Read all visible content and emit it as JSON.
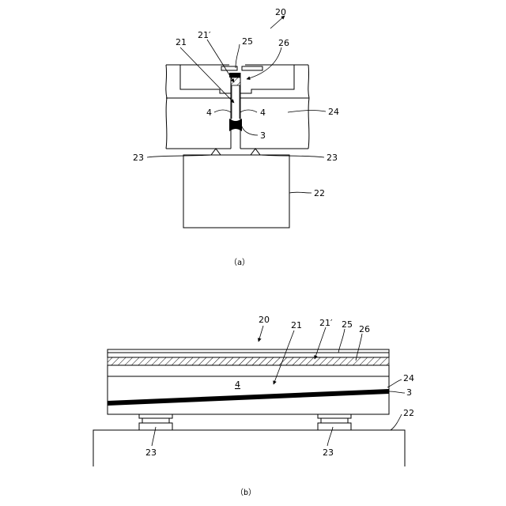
{
  "figure_a": {
    "labels": {
      "ref_20": "20",
      "ref_21": "21",
      "ref_21p": "21′",
      "ref_25": "25",
      "ref_26": "26",
      "ref_4_left": "4",
      "ref_4_right": "4",
      "ref_24": "24",
      "ref_3": "3",
      "ref_23_left": "23",
      "ref_23_right": "23",
      "ref_22": "22"
    },
    "caption": "（a）"
  },
  "figure_b": {
    "labels": {
      "ref_20": "20",
      "ref_21": "21",
      "ref_21p": "21′",
      "ref_25": "25",
      "ref_26": "26",
      "ref_4": "4",
      "ref_24": "24",
      "ref_3": "3",
      "ref_22": "22",
      "ref_23_left": "23",
      "ref_23_right": "23"
    },
    "caption": "（b）"
  }
}
